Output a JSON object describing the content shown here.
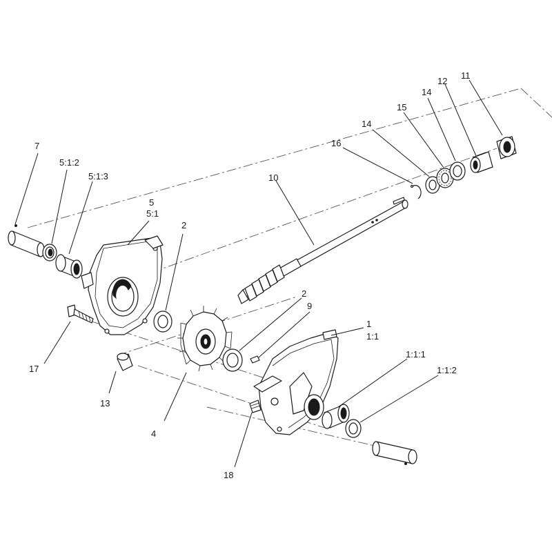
{
  "callouts": [
    {
      "id": "c7",
      "label": "7"
    },
    {
      "id": "c512",
      "label": "5:1:2"
    },
    {
      "id": "c513",
      "label": "5:1:3"
    },
    {
      "id": "c5",
      "label": "5"
    },
    {
      "id": "c51",
      "label": "5:1"
    },
    {
      "id": "c2a",
      "label": "2"
    },
    {
      "id": "c10",
      "label": "10"
    },
    {
      "id": "c16",
      "label": "16"
    },
    {
      "id": "c14a",
      "label": "14"
    },
    {
      "id": "c15",
      "label": "15"
    },
    {
      "id": "c14b",
      "label": "14"
    },
    {
      "id": "c12",
      "label": "12"
    },
    {
      "id": "c11",
      "label": "11"
    },
    {
      "id": "c2b",
      "label": "2"
    },
    {
      "id": "c9",
      "label": "9"
    },
    {
      "id": "c1",
      "label": "1"
    },
    {
      "id": "c11b",
      "label": "1:1"
    },
    {
      "id": "c111",
      "label": "1:1:1"
    },
    {
      "id": "c112",
      "label": "1:1:2"
    },
    {
      "id": "c17",
      "label": "17"
    },
    {
      "id": "c13",
      "label": "13"
    },
    {
      "id": "c4",
      "label": "4"
    },
    {
      "id": "c18",
      "label": "18"
    }
  ],
  "colors": {
    "ink": "#1a1a1a",
    "background": "#ffffff"
  }
}
